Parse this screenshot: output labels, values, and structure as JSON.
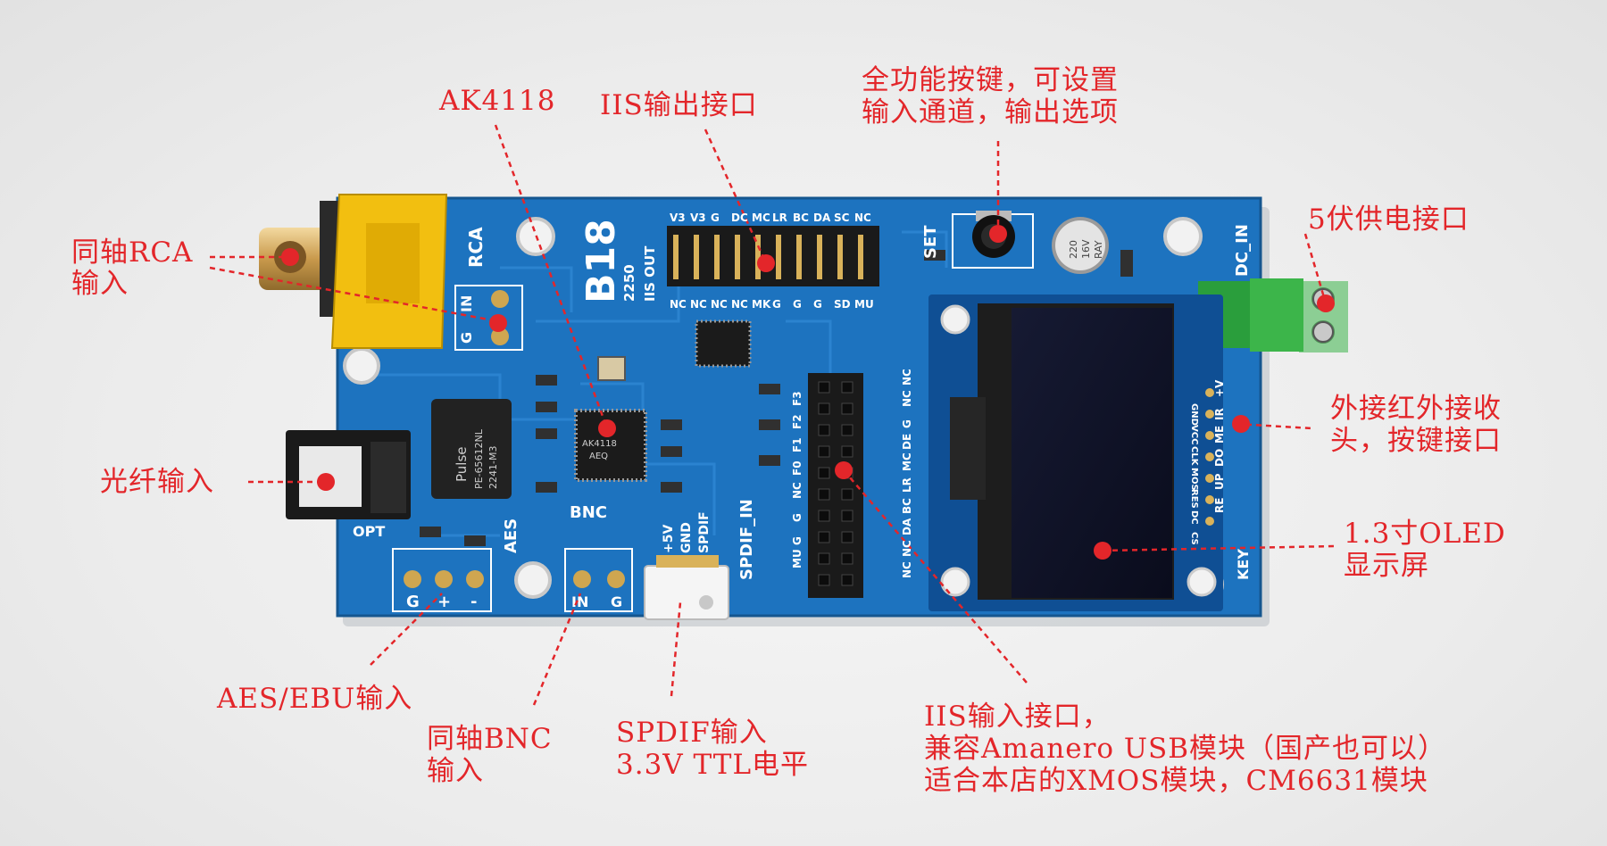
{
  "callouts": {
    "ak4118": "AK4118",
    "iis_out": "IIS输出接口",
    "set_key": [
      "全功能按键，可设置",
      "输入通道，输出选项"
    ],
    "power": "5伏供电接口",
    "rca": [
      "同轴RCA",
      "输入"
    ],
    "optical": "光纤输入",
    "ir": [
      "外接红外接收",
      "头，按键接口"
    ],
    "oled": [
      "1.3寸OLED",
      "显示屏"
    ],
    "aes": "AES/EBU输入",
    "bnc": [
      "同轴BNC",
      "输入"
    ],
    "spdif": [
      "SPDIF输入",
      "3.3V TTL电平"
    ],
    "iis_in": [
      "IIS输入接口，",
      "兼容Amanero USB模块（国产也可以）",
      "适合本店的XMOS模块，CM6631模块"
    ]
  },
  "silkscreen": {
    "board_name": "B18",
    "board_code": "2250",
    "iis_out": "IIS OUT",
    "rca": "RCA",
    "set": "SET",
    "dc_in": "DC_IN",
    "bnc": "BNC",
    "aes": "AES",
    "opt": "OPT",
    "key": "KEY",
    "spdif_in": "SPDIF_IN",
    "top_pins": [
      "V3",
      "V3",
      "G",
      "DC",
      "MC",
      "LR",
      "BC",
      "DA",
      "SC",
      "NC"
    ],
    "bottom_pins": [
      "NC",
      "NC",
      "NC",
      "NC",
      "MK",
      "G",
      "G",
      "G",
      "SD",
      "MU"
    ],
    "in_g": [
      "IN",
      "G"
    ],
    "g_plus_minus": [
      "G",
      "+",
      "-"
    ],
    "spdif_pins": [
      "+5V",
      "GND",
      "SPDIF"
    ],
    "oled_pins": [
      "GND",
      "VCC",
      "CLK",
      "MOS",
      "RES",
      "DC",
      "CS"
    ],
    "key_pins": [
      "+V",
      "IR",
      "ME",
      "DO",
      "UP",
      "RE"
    ],
    "hdr_top": [
      "F3",
      "F2",
      "F1",
      "F0",
      "NC",
      "G",
      "G",
      "MU"
    ],
    "hdr_bottom": [
      "NC",
      "NC",
      "G",
      "DE",
      "MC",
      "LR",
      "BC",
      "DA",
      "NC",
      "NC"
    ],
    "pulse": [
      "Pulse",
      "PE-65612NL",
      "2241-M3"
    ],
    "cap": [
      "220",
      "16V",
      "RAY"
    ],
    "chip": [
      "AK4118",
      "AEQ"
    ]
  },
  "colors": {
    "board": "#1d73bf",
    "label": "#e3262a",
    "terminal": "#3cb54a",
    "rca_yellow": "#f2bf10"
  }
}
